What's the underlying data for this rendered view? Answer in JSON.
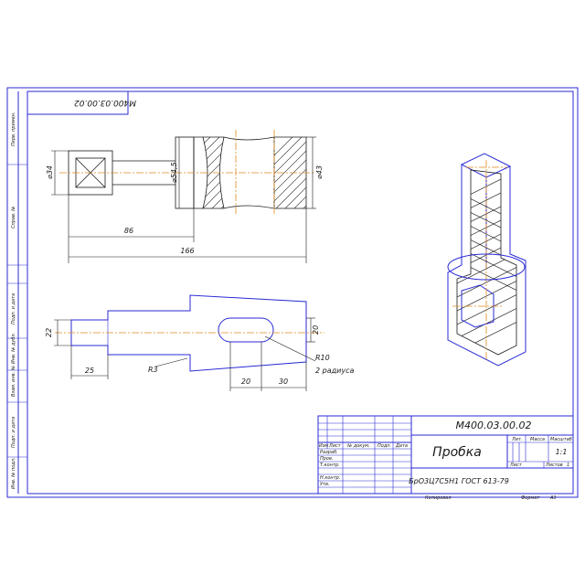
{
  "drawing": {
    "number": "М400.03.00.02",
    "number_mirrored": "М400.03.00.02",
    "part_name": "Пробка",
    "material": "БрО3Ц7С5Н1 ГОСТ 613-79",
    "scale": "1:1",
    "mass": "",
    "sheet_label": "Лист",
    "sheets_label": "Листов",
    "sheets_count": "1",
    "copied_label": "Копировал",
    "format_label": "Формат",
    "format_value": "А3"
  },
  "title_block": {
    "col_headers": [
      "Изм",
      "Лист",
      "№ докум.",
      "Подп.",
      "Дата"
    ],
    "row_labels": [
      "Разраб.",
      "Пров.",
      "Т.контр.",
      "Н.контр.",
      "Утв."
    ],
    "lit_label": "Лит.",
    "mass_label": "Масса",
    "scale_label": "Масштаб"
  },
  "side_stamp": {
    "labels": [
      "Перв. примен.",
      "Справ. №",
      "Подп. и дата",
      "Инв. № дубл.",
      "Взам. инв. №",
      "Подп. и дата",
      "Инв. № подл."
    ]
  },
  "dimensions": {
    "top_view": {
      "d34": "⌀34",
      "d54_5": "⌀54,5",
      "d43": "⌀43",
      "len86": "86",
      "len166": "166"
    },
    "side_view": {
      "d22": "22",
      "d20": "20",
      "len25": "25",
      "r3": "R3",
      "r10": "R10",
      "two_radii": "2 радиуса",
      "len20": "20",
      "len30": "30"
    }
  },
  "colors": {
    "frame": "#2a2ad6",
    "centerline": "#e08a1e",
    "ink": "#1a1a1a"
  }
}
